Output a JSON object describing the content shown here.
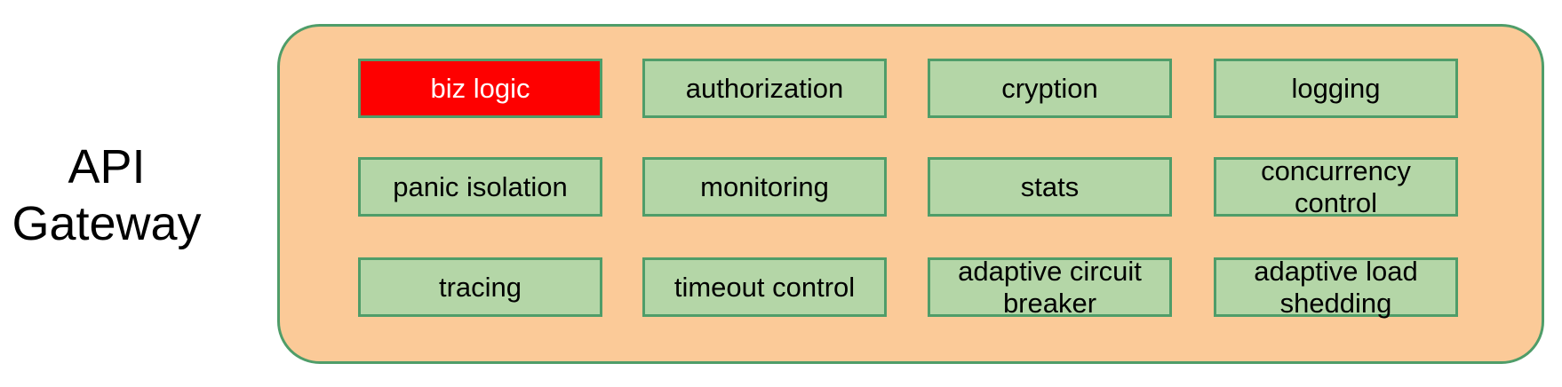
{
  "diagram": {
    "title": "API Gateway",
    "modules": [
      {
        "label": "biz logic",
        "highlight": true
      },
      {
        "label": "authorization"
      },
      {
        "label": "cryption"
      },
      {
        "label": "logging"
      },
      {
        "label": "panic isolation"
      },
      {
        "label": "monitoring"
      },
      {
        "label": "stats"
      },
      {
        "label": "concurrency control"
      },
      {
        "label": "tracing"
      },
      {
        "label": "timeout control"
      },
      {
        "label": "adaptive circuit breaker"
      },
      {
        "label": "adaptive load shedding"
      }
    ],
    "colors": {
      "container_fill": "#fbca98",
      "container_border": "#4f9d69",
      "module_fill": "#b4d6a7",
      "module_border": "#4f9d69",
      "highlight_fill": "#fe0000",
      "highlight_text": "#ffffff",
      "text": "#000000"
    }
  }
}
